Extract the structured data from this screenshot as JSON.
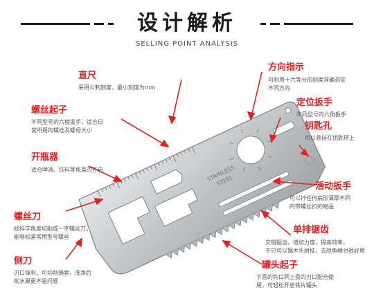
{
  "header": {
    "title": "设计解析",
    "subtitle": "SELLING POINT ANALYSIS"
  },
  "colors": {
    "accent": "#e4201e",
    "dark": "#1a1a1a",
    "steel": "#b8bcbf"
  },
  "card": {
    "engraving_1": "STAINLESS",
    "engraving_2": "STEEL"
  },
  "features": {
    "ruler": {
      "title": "直尺",
      "desc": [
        "采用公制刻度，最小刻度为mm"
      ]
    },
    "screwdriver": {
      "title": "螺丝起子",
      "desc": [
        "不同型号的六棱扳手，适合日",
        "常所用的螺栓及螺母大小"
      ]
    },
    "bottle_opener": {
      "title": "开瓶器",
      "desc": [
        "适合啤酒、饮料等瓶盖的开启"
      ]
    },
    "flat_screwdriver": {
      "title": "螺丝刀",
      "desc": [
        "经科学角度切削成一字螺丝刀，",
        "能够松紧常用型号螺丝"
      ]
    },
    "side_blade": {
      "title": "侧刀",
      "desc": [
        "刃口锋利，可切削绳索，洗净后",
        "削水果更不是问题"
      ]
    },
    "direction": {
      "title": "方向指示",
      "desc": [
        "可利用十六等分的刻度准确测定",
        "不同方向"
      ]
    },
    "wrench": {
      "title": "定位扳手",
      "desc": [
        "不同型号的六角扳手"
      ]
    },
    "keyhole": {
      "title": "钥匙孔",
      "desc": [
        "可以悬挂在钥匙环上"
      ]
    },
    "adjustable_wrench": {
      "title": "活动扳手",
      "desc": [
        "可以拧任何扁形薄厚不同",
        "的带螺丝扣的物品"
      ]
    },
    "saw": {
      "title": "单排锯齿",
      "desc": [
        "交错锯齿，增加力度，提高效率，",
        "不只可以锯木头树枝，去除鱼鳞也很好用"
      ]
    },
    "can_opener": {
      "title": "罐头起子",
      "desc": [
        "下面的钩口同上面的刃口配合使",
        "用，可轻松开启铁片罐头"
      ]
    }
  }
}
